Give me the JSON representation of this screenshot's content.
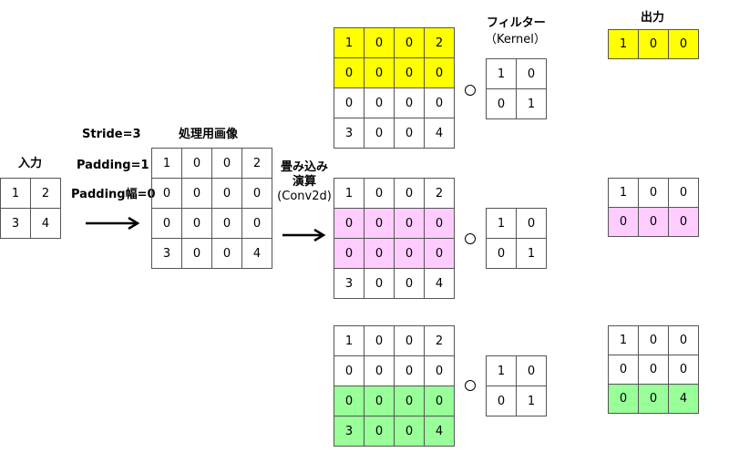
{
  "colors": {
    "yellow": "#ffff00",
    "pink": "#ffccff",
    "green": "#99ff99",
    "border": "#555555"
  },
  "labels": {
    "input": "入力",
    "stride": "Stride=3",
    "padding": "Padding=1",
    "padding_width": "Padding幅=0",
    "processed_image": "処理用画像",
    "conv_line1": "畳み込み",
    "conv_line2": "演算",
    "conv_line3": "(Conv2d)",
    "filter_line1": "フィルター",
    "filter_line2": "（Kernel）",
    "output": "出力"
  },
  "input_matrix": [
    [
      "1",
      "2"
    ],
    [
      "3",
      "4"
    ]
  ],
  "processed_matrix": [
    [
      "1",
      "0",
      "0",
      "2"
    ],
    [
      "0",
      "0",
      "0",
      "0"
    ],
    [
      "0",
      "0",
      "0",
      "0"
    ],
    [
      "3",
      "0",
      "0",
      "4"
    ]
  ],
  "steps": [
    {
      "image": [
        [
          "1",
          "0",
          "0",
          "2"
        ],
        [
          "0",
          "0",
          "0",
          "0"
        ],
        [
          "0",
          "0",
          "0",
          "0"
        ],
        [
          "3",
          "0",
          "0",
          "4"
        ]
      ],
      "highlight_rows": [
        0,
        1
      ],
      "highlight_color": "yellow",
      "kernel": [
        [
          "1",
          "0"
        ],
        [
          "0",
          "1"
        ]
      ],
      "output": [
        [
          "1",
          "0",
          "0"
        ]
      ],
      "output_highlight_rows": [
        0
      ]
    },
    {
      "image": [
        [
          "1",
          "0",
          "0",
          "2"
        ],
        [
          "0",
          "0",
          "0",
          "0"
        ],
        [
          "0",
          "0",
          "0",
          "0"
        ],
        [
          "3",
          "0",
          "0",
          "4"
        ]
      ],
      "highlight_rows": [
        1,
        2
      ],
      "highlight_color": "pink",
      "kernel": [
        [
          "1",
          "0"
        ],
        [
          "0",
          "1"
        ]
      ],
      "output": [
        [
          "1",
          "0",
          "0"
        ],
        [
          "0",
          "0",
          "0"
        ]
      ],
      "output_highlight_rows": [
        1
      ]
    },
    {
      "image": [
        [
          "1",
          "0",
          "0",
          "2"
        ],
        [
          "0",
          "0",
          "0",
          "0"
        ],
        [
          "0",
          "0",
          "0",
          "0"
        ],
        [
          "3",
          "0",
          "0",
          "4"
        ]
      ],
      "highlight_rows": [
        2,
        3
      ],
      "highlight_color": "green",
      "kernel": [
        [
          "1",
          "0"
        ],
        [
          "0",
          "1"
        ]
      ],
      "output": [
        [
          "1",
          "0",
          "0"
        ],
        [
          "0",
          "0",
          "0"
        ],
        [
          "0",
          "0",
          "4"
        ]
      ],
      "output_highlight_rows": [
        2
      ]
    }
  ]
}
